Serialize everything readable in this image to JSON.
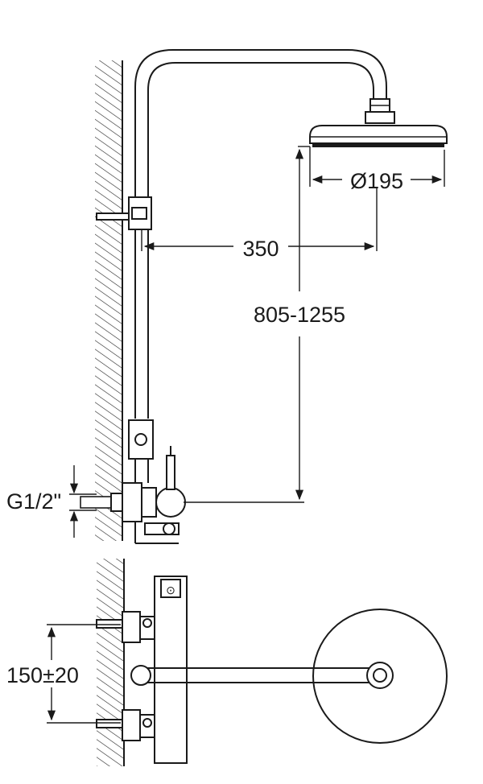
{
  "dimensions": {
    "head_diameter": "Ø195",
    "arm_length": "350",
    "height_range": "805-1255",
    "thread": "G1/2\"",
    "inlet_spacing": "150±20"
  }
}
